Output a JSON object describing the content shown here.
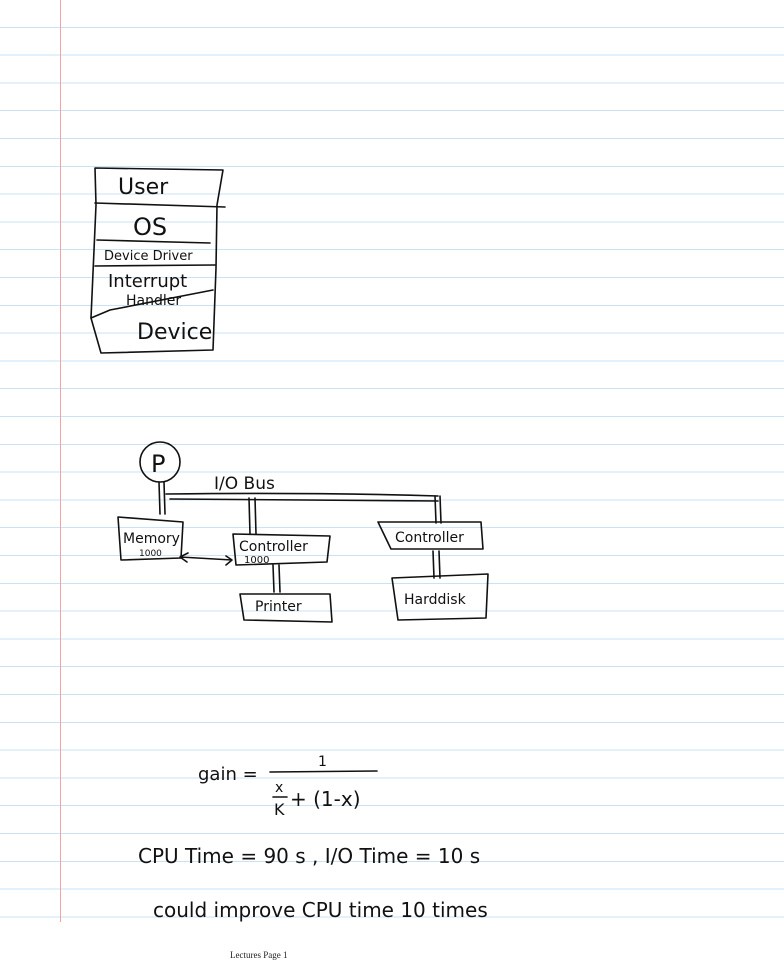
{
  "stack_diagram": {
    "layers": [
      "User",
      "OS",
      "Device Driver",
      "Interrupt",
      "Handler",
      "Device"
    ]
  },
  "bus_diagram": {
    "processor": "P",
    "bus_label": "I/O Bus",
    "memory": "Memory",
    "memory_addr": "1000",
    "controller_left": "Controller",
    "controller_left_addr": "1000",
    "controller_right": "Controller",
    "printer": "Printer",
    "harddisk": "Harddisk"
  },
  "formula": {
    "lhs": "gain =",
    "numerator": "1",
    "den_frac_num": "x",
    "den_frac_den": "K",
    "den_rest": "+ (1-x)"
  },
  "notes": {
    "line1": "CPU Time = 90 s ,   I/O Time = 10 s",
    "line2": "could improve   CPU  time   10 times"
  },
  "footer": "Lectures Page 1"
}
